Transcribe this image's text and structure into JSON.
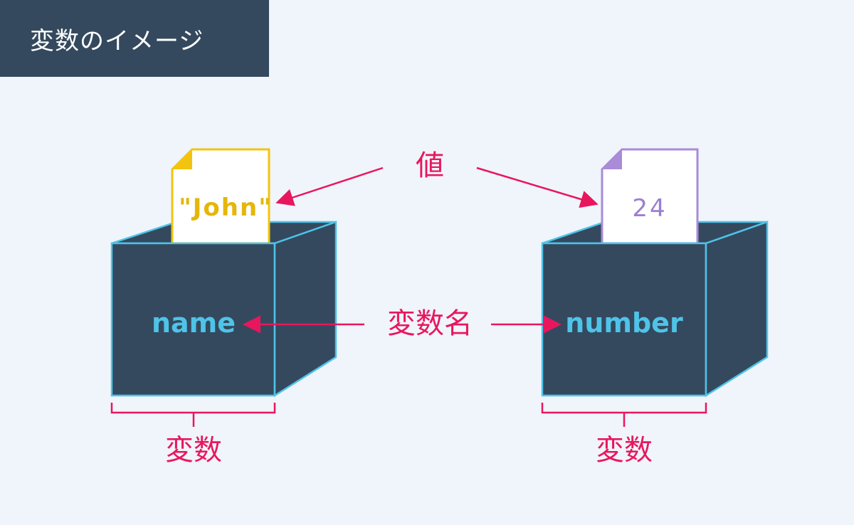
{
  "title": "変数のイメージ",
  "labels": {
    "value": "値",
    "variable_name": "変数名"
  },
  "variables": [
    {
      "name": "name",
      "value": "\"John\"",
      "caption": "変数"
    },
    {
      "name": "number",
      "value": "24",
      "caption": "変数"
    }
  ],
  "colors": {
    "background": "#f0f4fb",
    "banner": "#34495e",
    "box_fill": "#34495e",
    "box_edge": "#4fc3e8",
    "arrow": "#e8175d",
    "doc_yellow": "#f2c40f",
    "doc_purple": "#a98bd8"
  }
}
